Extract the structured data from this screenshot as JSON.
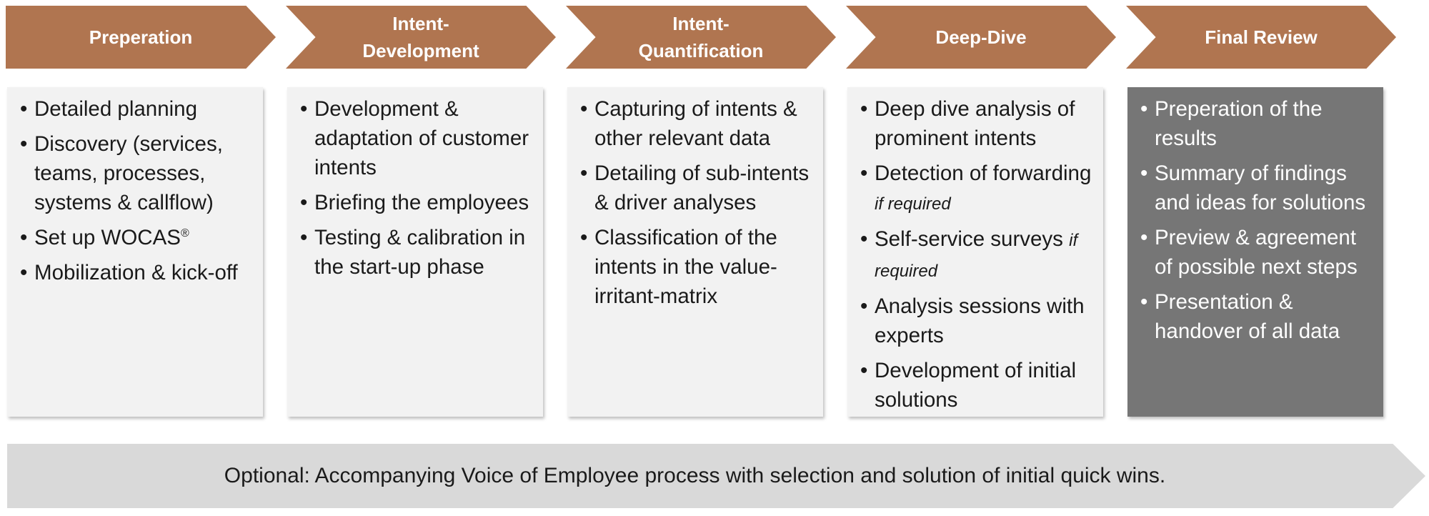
{
  "phases": [
    {
      "title": "Preperation",
      "items": [
        {
          "text": "Detailed planning"
        },
        {
          "text": "Discovery (services, teams, processes, systems & callflow)"
        },
        {
          "text": "Set up WOCAS",
          "sup": "®"
        },
        {
          "text": "Mobilization & kick-off"
        }
      ]
    },
    {
      "title": "Intent-Development",
      "items": [
        {
          "text": "Development & adaptation of customer intents"
        },
        {
          "text": "Briefing the employees"
        },
        {
          "text": "Testing & calibration in the start-up phase"
        }
      ]
    },
    {
      "title": "Intent-Quantification",
      "items": [
        {
          "text": "Capturing of intents & other relevant data"
        },
        {
          "text": "Detailing of sub-intents & driver analyses"
        },
        {
          "text": "Classification of the intents in the value-irritant-matrix"
        }
      ]
    },
    {
      "title": "Deep-Dive",
      "items": [
        {
          "text": "Deep dive analysis of prominent intents"
        },
        {
          "text": "Detection of forwarding",
          "note": "if required"
        },
        {
          "text": "Self-service surveys",
          "note": "if required"
        },
        {
          "text": "Analysis sessions with experts"
        },
        {
          "text": "Development of initial solutions"
        }
      ]
    },
    {
      "title": "Final Review",
      "items": [
        {
          "text": "Preperation of the results"
        },
        {
          "text": "Summary of findings and ideas for solutions"
        },
        {
          "text": "Preview & agreement of possible next steps"
        },
        {
          "text": "Presentation & handover of all data"
        }
      ]
    }
  ],
  "bullet": "•",
  "footer": "Optional: Accompanying Voice of Employee process with selection and solution of initial quick wins.",
  "colors": {
    "chevron": "#b07550",
    "box": "#f2f2f2",
    "box_dark": "#767676",
    "footer": "#d9d9d9"
  }
}
